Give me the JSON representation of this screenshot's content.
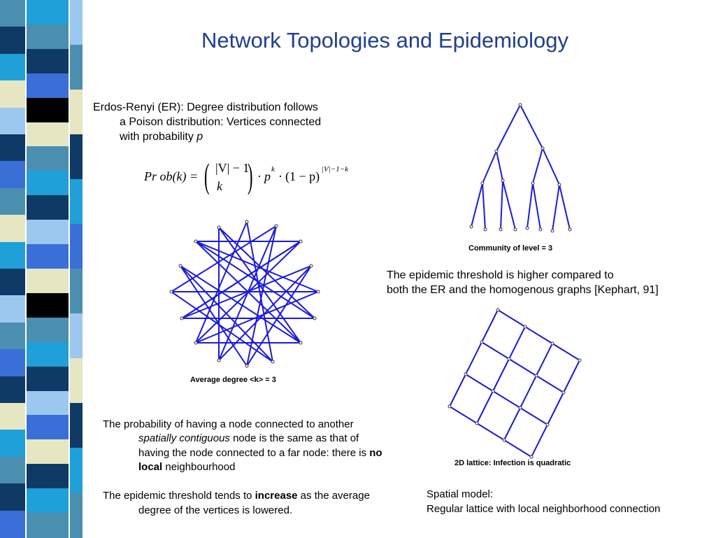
{
  "title": "Network Topologies and Epidemiology",
  "er": {
    "line1": "Erdos-Renyi (ER): Degree distribution follows",
    "line2": "a Poison distribution: Vertices connected",
    "line3_prefix": "with probability ",
    "line3_var": "p"
  },
  "formula": {
    "lhs": "Pr ob(k) =",
    "binom_top": "|V| − 1",
    "binom_bottom": "k",
    "dot1": "·",
    "p": "p",
    "k_exp": "k",
    "dot2": "·",
    "factor": "(1 − p)",
    "exp2": "|V|−1−k"
  },
  "captions": {
    "random": "Average degree <k> = 3",
    "tree": "Community of level = 3",
    "lattice": "2D lattice: Infection is quadratic"
  },
  "tree_text": {
    "line1": "The epidemic threshold is higher compared to",
    "line2": "both the ER and the homogenous graphs [Kephart, 91]"
  },
  "spatial_text": {
    "line1": "The probability of having a node connected to another",
    "line2_em": "spatially contiguous",
    "line2_rest": " node is the same as that of",
    "line3_prefix": "having the node connected to a far node: there is ",
    "line3_bold": "no",
    "line4_bold": "local",
    "line4_rest": " neighbourhood"
  },
  "threshold_text": {
    "line1_prefix": "The epidemic threshold tends to ",
    "line1_bold": "increase",
    "line1_rest": " as the average",
    "line2": "degree of the vertices is lowered."
  },
  "spatial_model": {
    "line1": "Spatial model:",
    "line2": "Regular lattice with local neighborhood connection"
  },
  "colors": {
    "title": "#1f3f8f",
    "edges": "#1a1adc",
    "stripe_navy": "#0f3a66",
    "stripe_teal": "#4a8fb0",
    "stripe_blue": "#3a6fd8",
    "stripe_cream": "#e6e6c2",
    "stripe_black": "#000000",
    "stripe_cyan": "#1fa0d8",
    "stripe_lightblue": "#9cc8f0"
  }
}
